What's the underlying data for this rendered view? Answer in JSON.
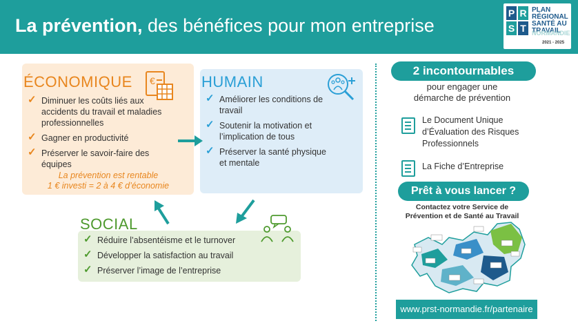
{
  "header": {
    "title_bold": "La prévention,",
    "title_rest": " des bénéfices pour mon entreprise",
    "logo_text": [
      "PLAN",
      "RÉGIONAL",
      "SANTÉ AU",
      "TRAVAIL"
    ],
    "logo_sub": "NORMANDIE",
    "logo_years": "2021 - 2025",
    "logo_letters": [
      "P",
      "R",
      "S",
      "T"
    ]
  },
  "economique": {
    "heading": "ÉCONOMIQUE",
    "items": [
      "Diminuer les coûts liés aux accidents du travail et maladies professionnelles",
      "Gagner en productivité",
      "Préserver le savoir-faire des équipes"
    ],
    "note_line1": "La prévention est rentable",
    "note_line2": "1 € investi = 2 à 4 € d’économie"
  },
  "humain": {
    "heading": "HUMAIN",
    "items": [
      "Améliorer les conditions de travail",
      "Soutenir la motivation et l’implication de tous",
      "Préserver la santé physique et mentale"
    ]
  },
  "social": {
    "heading": "SOCIAL",
    "items": [
      "Réduire l’absentéisme et le turnover",
      "Développer la satisfaction au travail",
      "Préserver l’image de l’entreprise"
    ]
  },
  "right": {
    "pill1": "2 incontournables",
    "pill1_sub": "pour engager une démarche de prévention",
    "doc1": "Le Document Unique d’Évaluation des Risques Professionnels",
    "doc2": "La Fiche d’Entreprise",
    "pill2": "Prêt à vous lancer ?",
    "pill2_sub": "Contactez votre Service de Prévention et de Santé au Travail",
    "url": "www.prst-normandie.fr/partenaire"
  },
  "colors": {
    "teal": "#1e9e9c",
    "orange": "#e8861e",
    "blue": "#2a9fd6",
    "green": "#4e9a2e"
  },
  "icons": [
    "calculator-euro-icon",
    "people-magnifier-icon",
    "chat-people-icon",
    "document-checklist-icon",
    "normandy-map"
  ]
}
